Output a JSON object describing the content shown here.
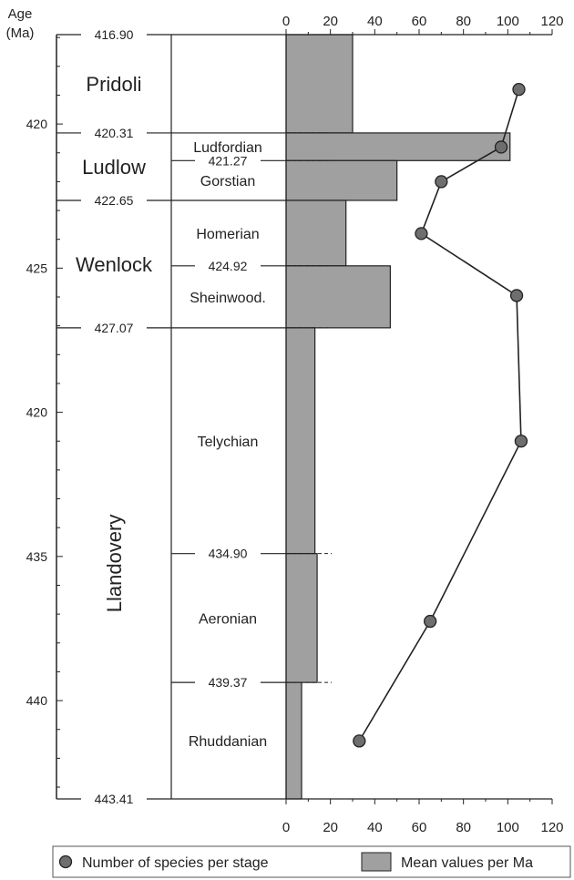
{
  "chart_data": {
    "type": "bar",
    "y_axis": {
      "title_line1": "Age",
      "title_line2": "(Ma)",
      "ticks": [
        {
          "value": 420,
          "label": "420"
        },
        {
          "value": 425,
          "label": "425"
        },
        {
          "value": 430,
          "label": "420"
        },
        {
          "value": 435,
          "label": "435"
        },
        {
          "value": 440,
          "label": "440"
        }
      ],
      "range": [
        416.9,
        443.41
      ],
      "inverted": true
    },
    "x_axis": {
      "ticks": [
        "0",
        "20",
        "40",
        "60",
        "80",
        "100",
        "120"
      ],
      "tick_values": [
        0,
        20,
        40,
        60,
        80,
        100,
        120
      ],
      "range": [
        0,
        120
      ]
    },
    "boundaries": [
      {
        "age": 416.9,
        "label": "416.90",
        "pos": 416.9
      },
      {
        "age": 420.31,
        "label": "420.31",
        "pos": 420.31
      },
      {
        "age": 421.27,
        "label": "421.27",
        "pos": 421.27
      },
      {
        "age": 422.65,
        "label": "422.65",
        "pos": 422.65
      },
      {
        "age": 424.92,
        "label": "424.92",
        "pos": 424.92
      },
      {
        "age": 427.07,
        "label": "427.07",
        "pos": 427.07
      },
      {
        "age": 434.9,
        "label": "434.90",
        "pos": 434.9
      },
      {
        "age": 439.37,
        "label": "439.37",
        "pos": 439.37
      },
      {
        "age": 443.41,
        "label": "443.41",
        "pos": 443.41
      }
    ],
    "series_names": [
      "Mean values per Ma",
      "Number of species per stage"
    ],
    "stages": [
      {
        "name": "Ludfordian",
        "top": 420.31,
        "bottom": 421.27,
        "mean_per_ma": 101,
        "species": 97,
        "age_at_point": 420.8
      },
      {
        "name": "Gorstian",
        "top": 421.27,
        "bottom": 422.65,
        "mean_per_ma": 50,
        "species": 70,
        "age_at_point": 422.0
      },
      {
        "name": "Homerian",
        "top": 422.65,
        "bottom": 424.92,
        "mean_per_ma": 27,
        "species": 61,
        "age_at_point": 423.8
      },
      {
        "name": "Sheinwood.",
        "top": 424.92,
        "bottom": 427.07,
        "mean_per_ma": 47,
        "species": 104,
        "age_at_point": 425.95
      },
      {
        "name": "Telychian",
        "top": 427.07,
        "bottom": 434.9,
        "mean_per_ma": 13,
        "species": 106,
        "age_at_point": 431.0
      },
      {
        "name": "Aeronian",
        "top": 434.9,
        "bottom": 439.37,
        "mean_per_ma": 14,
        "species": 65,
        "age_at_point": 437.25
      },
      {
        "name": "Rhuddanian",
        "top": 439.37,
        "bottom": 443.41,
        "mean_per_ma": 7,
        "species": 33,
        "age_at_point": 441.4
      }
    ],
    "pridoli": {
      "top": 416.9,
      "bottom": 420.31,
      "mean_per_ma": 30,
      "species": 105,
      "age_at_point": 418.8
    },
    "series": [
      "Pridoli",
      "Ludlow",
      "Wenlock",
      "Llandovery"
    ],
    "dashed_boundaries": [
      420.31,
      421.27,
      422.65,
      424.92,
      427.07,
      434.9,
      439.37
    ],
    "legend": {
      "circle_label": "Number of species per stage",
      "bar_label": "Mean values per Ma",
      "placement": "bottom"
    },
    "colors": {
      "bar_fill": "#a0a0a0",
      "point_fill": "#6e6e6e",
      "line": "#222222"
    }
  }
}
